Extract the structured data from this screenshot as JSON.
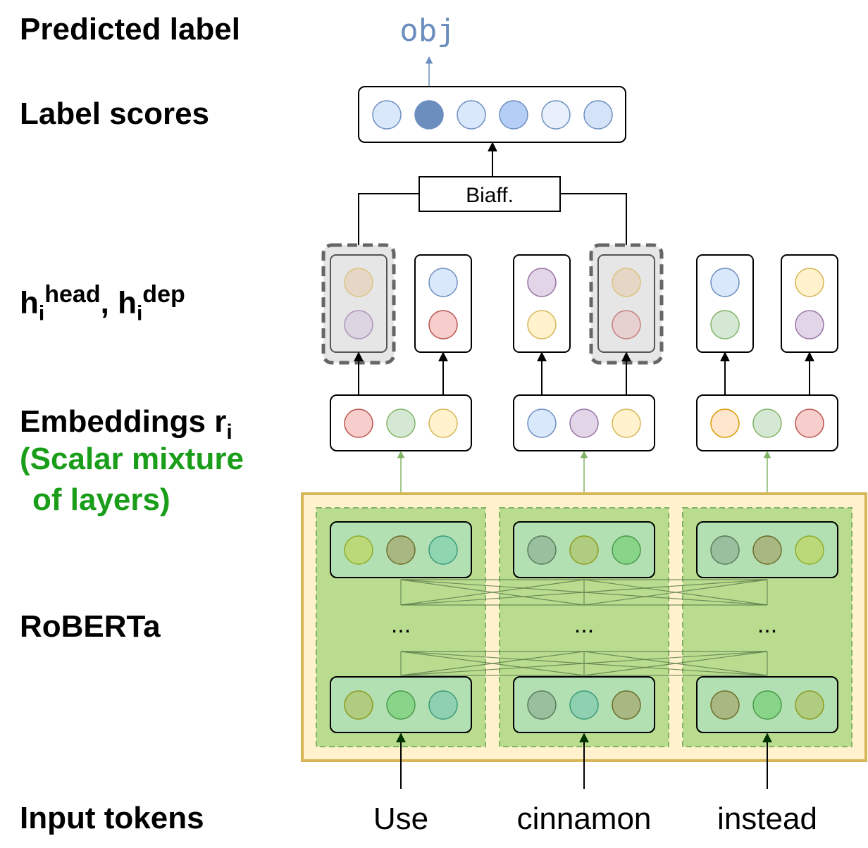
{
  "labels": {
    "predicted_label": "Predicted label",
    "label_scores": "Label scores",
    "h_main": "h",
    "h_sub": "i",
    "h_head_sup": "head",
    "h_comma": ",",
    "h_dep_sup": "dep",
    "embeddings": "Embeddings r",
    "embeddings_sub": "i",
    "scalar_line1": "(Scalar mixture",
    "scalar_line2": "of layers)",
    "roberta": "RoBERTa",
    "input_tokens": "Input tokens"
  },
  "prediction": {
    "value": "obj",
    "color": "#6c8ebf"
  },
  "biaffine": {
    "label": "Biaff."
  },
  "ellipsis": "...",
  "tokens": [
    "Use",
    "cinnamon",
    "instead"
  ],
  "colors": {
    "roberta_outer_fill": "#fff2cc",
    "roberta_outer_stroke": "#d6b656",
    "column_fill": "#b9dc8f",
    "column_stroke": "#82b366",
    "layer_box_fill": "#b3e0b3",
    "green_arrow": "#82b366",
    "selected_fill": "#e6e6e6",
    "selected_stroke": "#666666"
  },
  "label_score_nodes": [
    {
      "fill": "#dae8fc",
      "stroke": "#6c8ebf"
    },
    {
      "fill": "#6c8ebf",
      "stroke": "#6c8ebf",
      "selected": true
    },
    {
      "fill": "#dae8fc",
      "stroke": "#6c8ebf"
    },
    {
      "fill": "#b5cef5",
      "stroke": "#6c8ebf"
    },
    {
      "fill": "#e8f0fb",
      "stroke": "#6c8ebf"
    },
    {
      "fill": "#d5e3f8",
      "stroke": "#6c8ebf"
    }
  ],
  "hidden_units": [
    {
      "role": "head",
      "selected": true,
      "nodes": [
        {
          "fill": "#e6d0b8",
          "stroke": "#d6b656"
        },
        {
          "fill": "#d8cde0",
          "stroke": "#9673a6"
        }
      ]
    },
    {
      "role": "dep",
      "selected": false,
      "nodes": [
        {
          "fill": "#dae8fc",
          "stroke": "#6c8ebf"
        },
        {
          "fill": "#f8cecc",
          "stroke": "#b85450"
        }
      ]
    },
    {
      "role": "head",
      "selected": false,
      "nodes": [
        {
          "fill": "#e1d5e7",
          "stroke": "#9673a6"
        },
        {
          "fill": "#fff2cc",
          "stroke": "#d6b656"
        }
      ]
    },
    {
      "role": "dep",
      "selected": true,
      "nodes": [
        {
          "fill": "#e6d0b8",
          "stroke": "#d6b656"
        },
        {
          "fill": "#e8c8c8",
          "stroke": "#b85450"
        }
      ]
    },
    {
      "role": "head",
      "selected": false,
      "nodes": [
        {
          "fill": "#dae8fc",
          "stroke": "#6c8ebf"
        },
        {
          "fill": "#d5e8d4",
          "stroke": "#82b366"
        }
      ]
    },
    {
      "role": "dep",
      "selected": false,
      "nodes": [
        {
          "fill": "#fff2cc",
          "stroke": "#d6b656"
        },
        {
          "fill": "#e1d5e7",
          "stroke": "#9673a6"
        }
      ]
    }
  ],
  "embedding_units": [
    [
      {
        "fill": "#f8cecc",
        "stroke": "#b85450"
      },
      {
        "fill": "#d5e8d4",
        "stroke": "#82b366"
      },
      {
        "fill": "#fff2cc",
        "stroke": "#d6b656"
      }
    ],
    [
      {
        "fill": "#dae8fc",
        "stroke": "#6c8ebf"
      },
      {
        "fill": "#e1d5e7",
        "stroke": "#9673a6"
      },
      {
        "fill": "#fff2cc",
        "stroke": "#d6b656"
      }
    ],
    [
      {
        "fill": "#ffe6cc",
        "stroke": "#d79b00"
      },
      {
        "fill": "#d5e8d4",
        "stroke": "#82b366"
      },
      {
        "fill": "#f8cecc",
        "stroke": "#b85450"
      }
    ]
  ],
  "roberta_columns": [
    {
      "top": [
        {
          "fill": "#bcd97a",
          "stroke": "#8cad2e"
        },
        {
          "fill": "#a9b883",
          "stroke": "#6d6d28"
        },
        {
          "fill": "#8fd6b0",
          "stroke": "#3a9a7a"
        }
      ],
      "bottom": [
        {
          "fill": "#b0cc80",
          "stroke": "#8c9a1e"
        },
        {
          "fill": "#88d488",
          "stroke": "#4a9a4a"
        },
        {
          "fill": "#8fd0b0",
          "stroke": "#3a9a7a"
        }
      ]
    },
    {
      "top": [
        {
          "fill": "#98c09e",
          "stroke": "#5a7a5a"
        },
        {
          "fill": "#b0cc80",
          "stroke": "#8c9a1e"
        },
        {
          "fill": "#88d488",
          "stroke": "#4a9a4a"
        }
      ],
      "bottom": [
        {
          "fill": "#98c09e",
          "stroke": "#5a7a5a"
        },
        {
          "fill": "#8fd0b0",
          "stroke": "#3a9a7a"
        },
        {
          "fill": "#a9b883",
          "stroke": "#6d6d28"
        }
      ]
    },
    {
      "top": [
        {
          "fill": "#98c09e",
          "stroke": "#5a7a5a"
        },
        {
          "fill": "#a9b883",
          "stroke": "#6d6d28"
        },
        {
          "fill": "#bcd97a",
          "stroke": "#8cad2e"
        }
      ],
      "bottom": [
        {
          "fill": "#a9b883",
          "stroke": "#6d6d28"
        },
        {
          "fill": "#88d488",
          "stroke": "#4a9a4a"
        },
        {
          "fill": "#b0cc80",
          "stroke": "#8c9a1e"
        }
      ]
    }
  ]
}
